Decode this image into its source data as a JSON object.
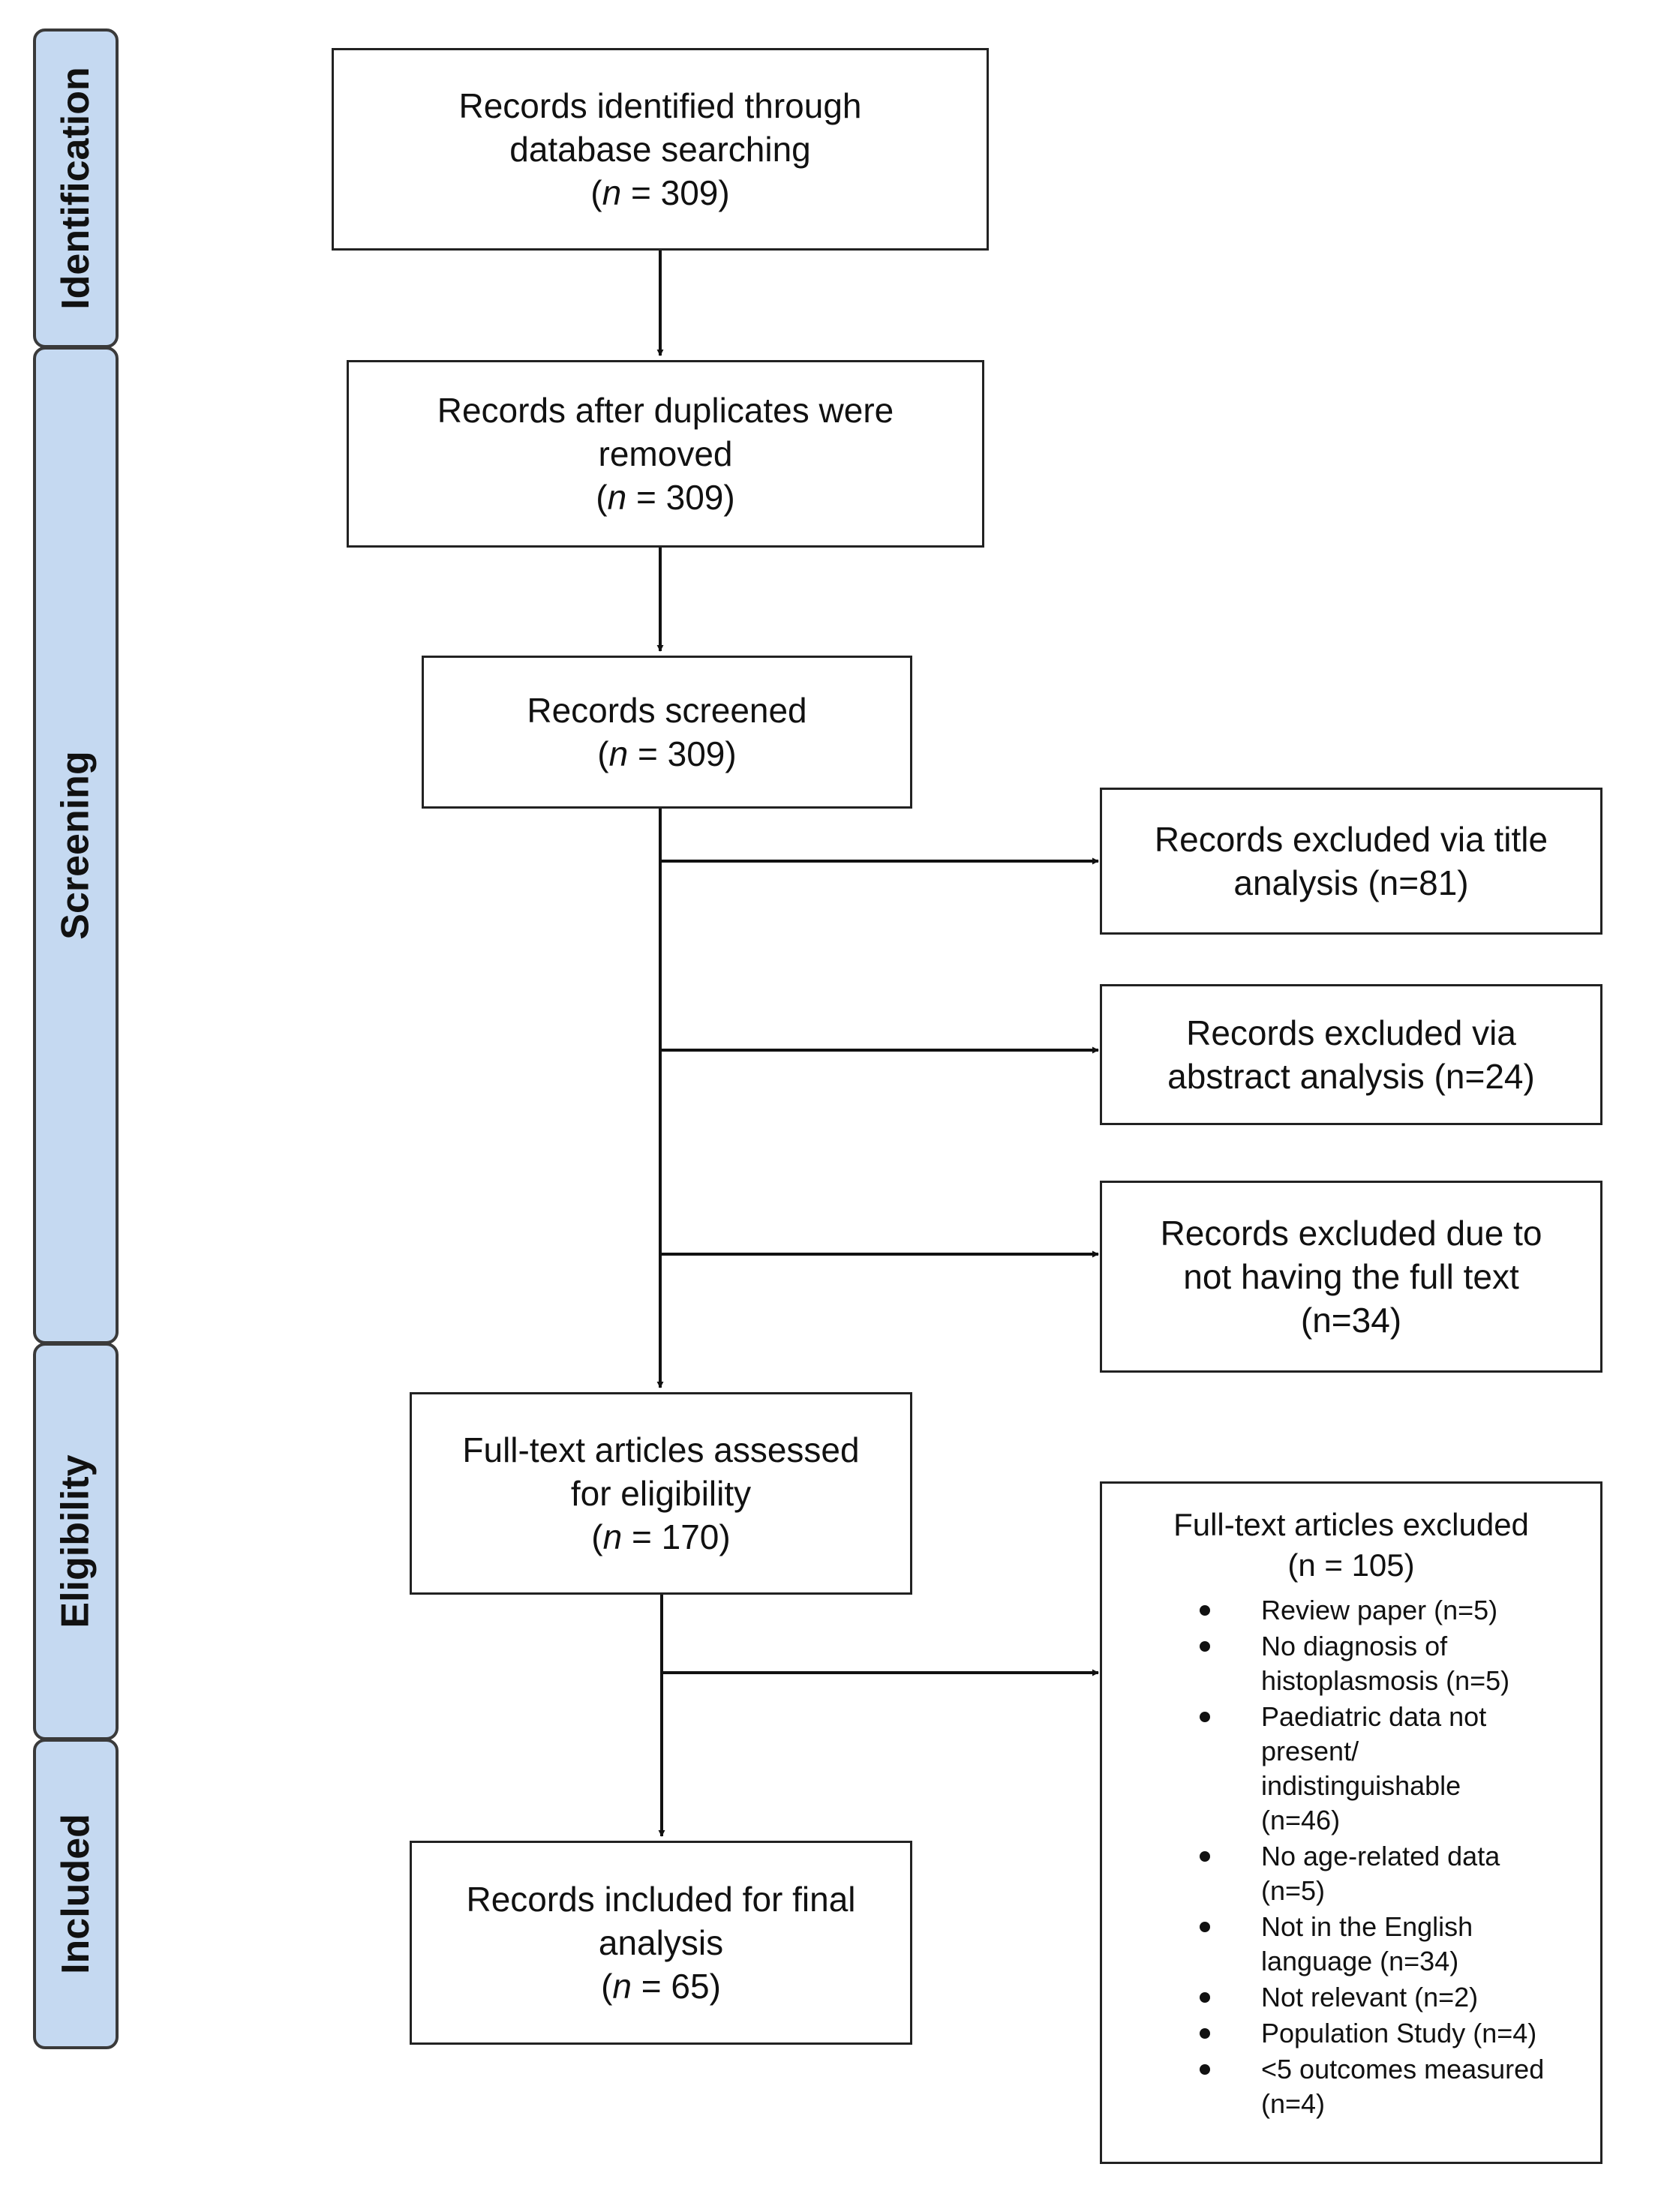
{
  "phases": {
    "identification": "Identification",
    "screening": "Screening",
    "eligibility": "Eligibility",
    "included": "Included"
  },
  "boxes": {
    "identified": {
      "line1": "Records identified through",
      "line2": "database searching",
      "n_prefix": "(",
      "n_var": "n",
      "n_suffix": " = 309)"
    },
    "deduplicated": {
      "line1": "Records after duplicates were",
      "line2": "removed",
      "n_prefix": "(",
      "n_var": "n",
      "n_suffix": " = 309)"
    },
    "screened": {
      "line1": "Records screened",
      "n_prefix": "(",
      "n_var": "n",
      "n_suffix": " = 309)"
    },
    "excluded_title": {
      "line1": "Records excluded via title",
      "line2": "analysis (n=81)"
    },
    "excluded_abstract": {
      "line1": "Records excluded via",
      "line2": "abstract analysis (n=24)"
    },
    "excluded_fulltext_missing": {
      "line1": "Records excluded due to",
      "line2": "not having the full text",
      "line3": "(n=34)"
    },
    "fulltext_assessed": {
      "line1": "Full-text articles assessed",
      "line2": "for eligibility",
      "n_prefix": "(",
      "n_var": "n",
      "n_suffix": " = 170)"
    },
    "included_final": {
      "line1": "Records included for final",
      "line2": "analysis",
      "n_prefix": "(",
      "n_var": "n",
      "n_suffix": " = 65)"
    }
  },
  "fulltext_excluded": {
    "title": "Full-text articles excluded",
    "count": "(n = 105)",
    "reasons": [
      {
        "lines": [
          "Review paper (n=5)"
        ]
      },
      {
        "lines": [
          "No diagnosis of",
          "histoplasmosis (n=5)"
        ]
      },
      {
        "lines": [
          "Paediatric data not",
          "present/",
          "indistinguishable",
          "(n=46)"
        ]
      },
      {
        "lines": [
          "No age-related data",
          "(n=5)"
        ]
      },
      {
        "lines": [
          "Not in the English",
          "language (n=34)"
        ]
      },
      {
        "lines": [
          "Not relevant (n=2)"
        ]
      },
      {
        "lines": [
          "Population Study (n=4)"
        ]
      },
      {
        "lines": [
          "<5 outcomes measured",
          "(n=4)"
        ]
      }
    ]
  }
}
